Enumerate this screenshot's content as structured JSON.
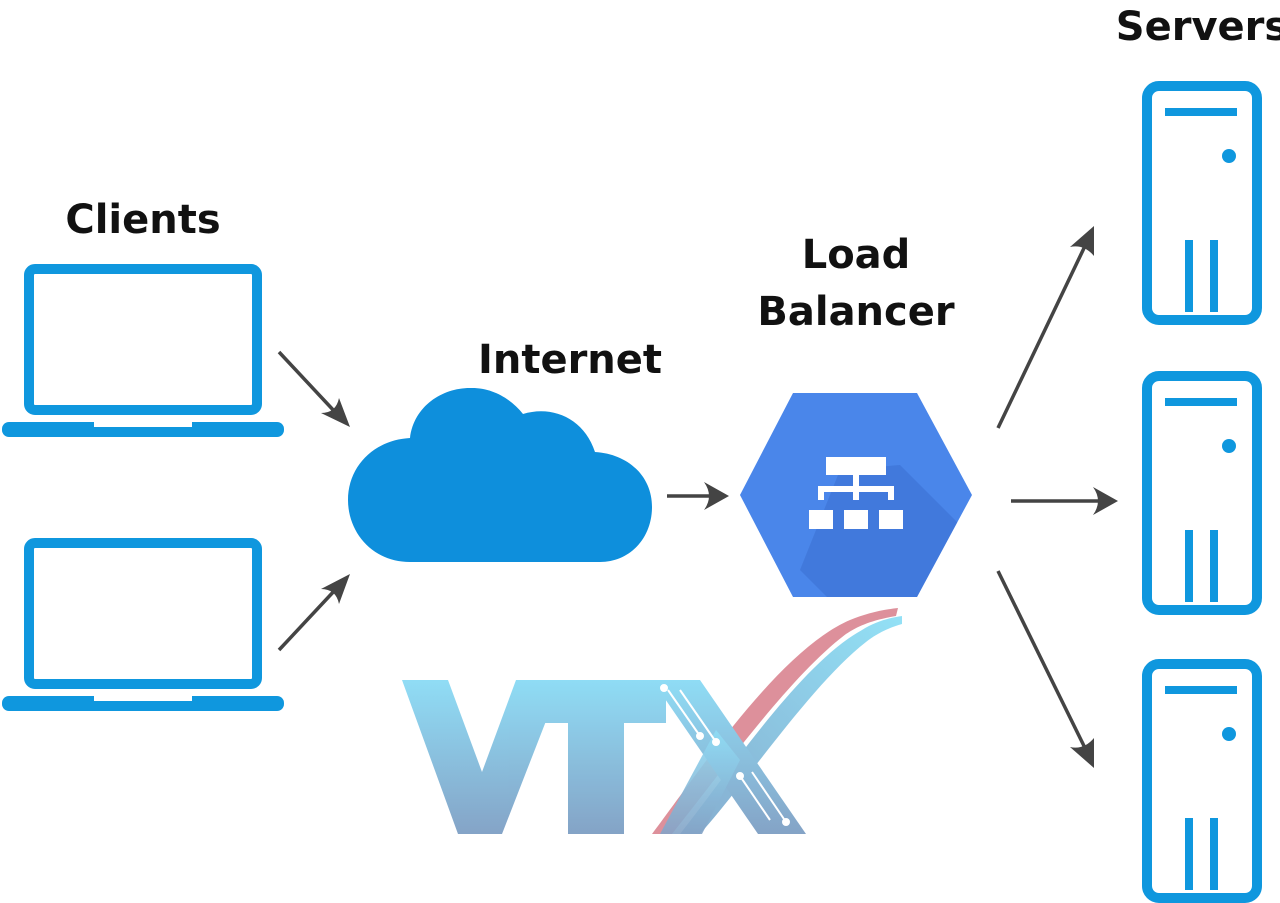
{
  "labels": {
    "clients": "Clients",
    "internet": "Internet",
    "load_balancer_line1": "Load",
    "load_balancer_line2": "Balancer",
    "servers": "Servers"
  },
  "logo": {
    "text": "VTX"
  },
  "icons": {
    "client": "laptop-icon",
    "internet": "cloud-icon",
    "load_balancer": "hexagon-network-icon",
    "server": "server-tower-icon"
  },
  "colors": {
    "device_blue": "#0f97de",
    "cloud_blue": "#0e8fdc",
    "balancer_blue": "#4a86ea",
    "balancer_shadow": "#3b6fd0",
    "arrow_gray": "#444444",
    "logo_light_blue": "#8ad8f2",
    "logo_slate_blue": "#7fa3c6",
    "logo_pink": "#dc8b96"
  }
}
